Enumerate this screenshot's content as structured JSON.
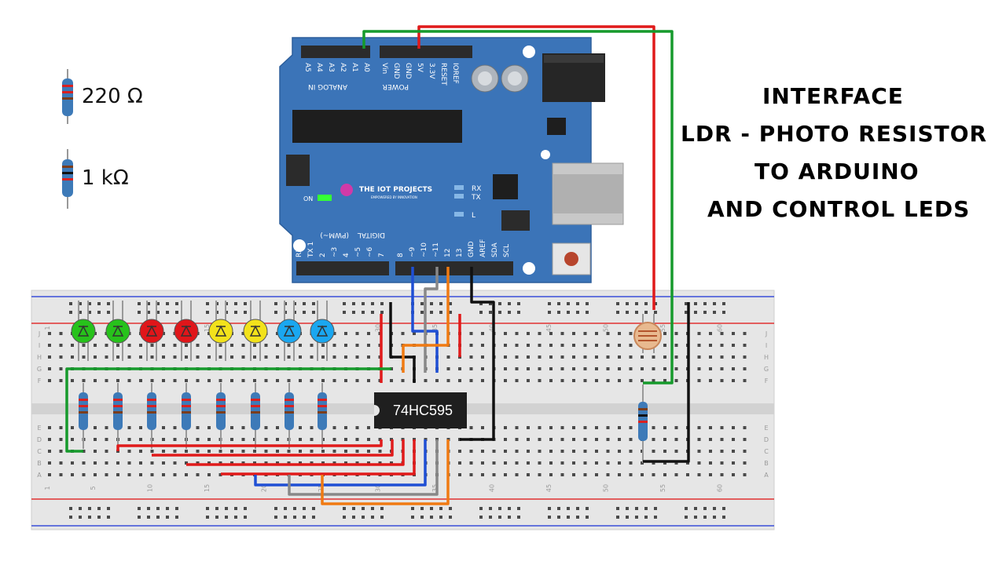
{
  "title": {
    "lines": [
      "INTERFACE",
      "LDR - PHOTO RESISTOR",
      "TO ARDUINO",
      "AND CONTROL LEDS"
    ]
  },
  "legend": {
    "r220": "220 Ω",
    "r1k": "1 kΩ"
  },
  "ic": {
    "label": "74HC595"
  },
  "arduino": {
    "brand": "THE IOT PROJECTS",
    "tagline": "EMPOWERED BY INNOVATION",
    "on_label": "ON",
    "analog_in": "ANALOG IN",
    "power": "POWER",
    "digital": "DIGITAL",
    "pwm": "(PWM~)",
    "rx": "RX",
    "tx": "TX",
    "l": "L",
    "analog_pins": [
      "A0",
      "A1",
      "A2",
      "A3",
      "A4",
      "A5"
    ],
    "power_pins": [
      "Vin",
      "GND",
      "GND",
      "5V",
      "3.3V",
      "RESET",
      "IOREF"
    ],
    "digital_pins_low": [
      "RX 0",
      "TX 1",
      "2",
      "~3",
      "4",
      "~5",
      "~6",
      "7"
    ],
    "digital_pins_high": [
      "8",
      "~9",
      "~10",
      "~11",
      "12",
      "13",
      "GND",
      "AREF",
      "SDA",
      "SCL"
    ]
  },
  "breadboard": {
    "col_numbers": [
      "1",
      "5",
      "10",
      "15",
      "20",
      "25",
      "30",
      "35",
      "40",
      "45",
      "50",
      "55",
      "60"
    ],
    "row_letters_top": [
      "J",
      "I",
      "H",
      "G",
      "F"
    ],
    "row_letters_bottom": [
      "E",
      "D",
      "C",
      "B",
      "A"
    ]
  },
  "leds": [
    {
      "color": "#27c21b"
    },
    {
      "color": "#27c21b"
    },
    {
      "color": "#e0161a"
    },
    {
      "color": "#e0161a"
    },
    {
      "color": "#f2e21b"
    },
    {
      "color": "#f2e21b"
    },
    {
      "color": "#1aa7f0"
    },
    {
      "color": "#1aa7f0"
    }
  ],
  "colors": {
    "board": "#3b74b8",
    "wire_red": "#e01a1a",
    "wire_green": "#169a2c",
    "wire_blue": "#1f4fd4",
    "wire_orange": "#f07a12",
    "wire_gray": "#888888",
    "wire_black": "#111111"
  }
}
